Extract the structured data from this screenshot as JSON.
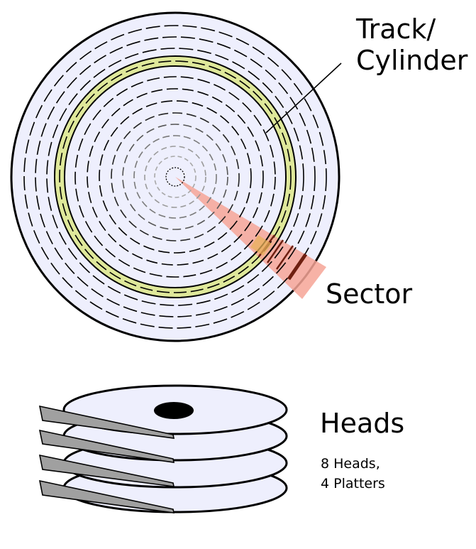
{
  "labels": {
    "track_line1": "Track/",
    "track_line2": "Cylinder",
    "sector": "Sector",
    "heads": "Heads",
    "heads_detail_line1": "8 Heads,",
    "heads_detail_line2": "4 Platters"
  },
  "colors": {
    "platter_fill": "#eeeffd",
    "outline": "#000000",
    "highlight_track": "#dfe89a",
    "sector_fill": "#f6a596",
    "sector_dark": "#6e1f10",
    "head_fill": "#a0a0a0",
    "spindle": "#000000",
    "inner_track": "#9a9a9a"
  }
}
